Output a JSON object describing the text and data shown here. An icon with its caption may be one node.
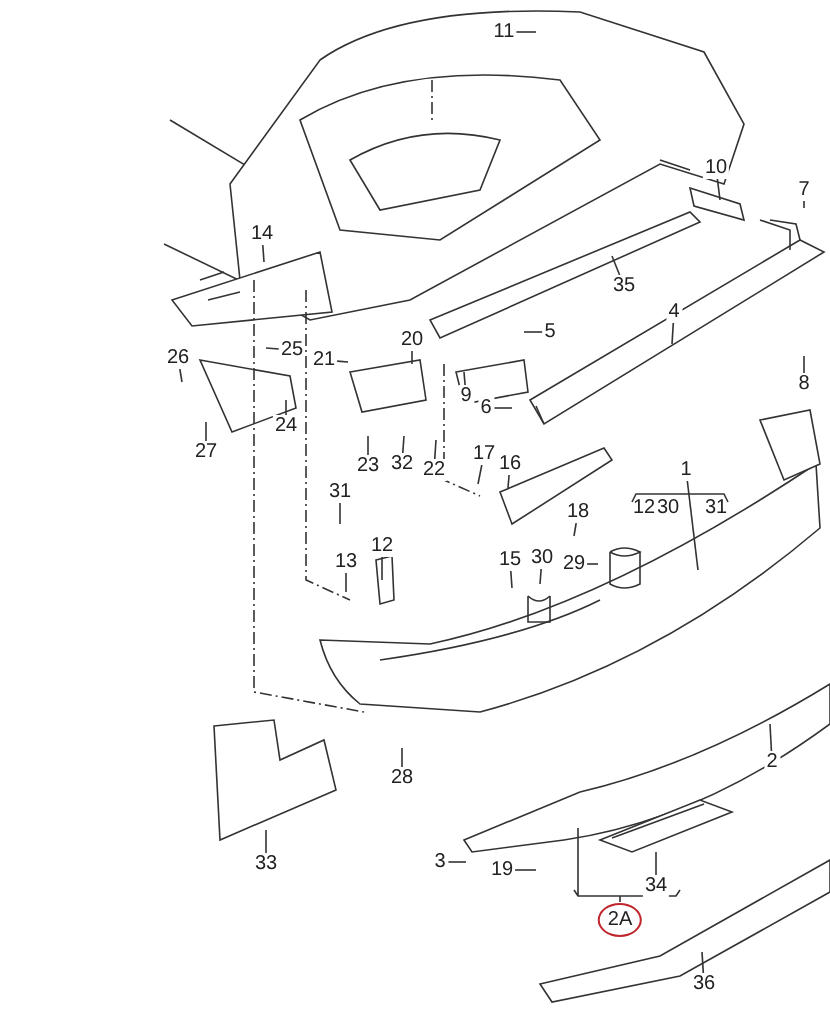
{
  "diagram": {
    "nodes": [
      {
        "text": [
          "11"
        ]
      },
      {
        "text": [
          "10"
        ]
      },
      {
        "text": [
          "7"
        ]
      },
      {
        "text": [
          "14"
        ]
      },
      {
        "text": [
          "35"
        ]
      },
      {
        "text": [
          "4"
        ]
      },
      {
        "text": [
          "5"
        ]
      },
      {
        "text": [
          "20"
        ]
      },
      {
        "text": [
          "25"
        ]
      },
      {
        "text": [
          "26"
        ]
      },
      {
        "text": [
          "21"
        ]
      },
      {
        "text": [
          "8"
        ]
      },
      {
        "text": [
          "9"
        ]
      },
      {
        "text": [
          "6"
        ]
      },
      {
        "text": [
          "24"
        ]
      },
      {
        "text": [
          "27"
        ]
      },
      {
        "text": [
          "17"
        ]
      },
      {
        "text": [
          "23"
        ]
      },
      {
        "text": [
          "32"
        ]
      },
      {
        "text": [
          "16"
        ]
      },
      {
        "text": [
          "22"
        ]
      },
      {
        "text": [
          "1"
        ]
      },
      {
        "text": [
          "18"
        ]
      },
      {
        "text": [
          "31"
        ]
      },
      {
        "text": [
          "12"
        ]
      },
      {
        "text": [
          "13"
        ]
      },
      {
        "text": [
          "15"
        ]
      },
      {
        "text": [
          "30"
        ]
      },
      {
        "text": [
          "29"
        ]
      },
      {
        "text": [
          "2"
        ]
      },
      {
        "text": [
          "28"
        ]
      },
      {
        "text": [
          "3"
        ]
      },
      {
        "text": [
          "33"
        ]
      },
      {
        "text": [
          "19"
        ]
      },
      {
        "text": [
          "34"
        ]
      },
      {
        "text": [
          "2A"
        ]
      },
      {
        "text": [
          "36"
        ]
      }
    ],
    "edges": [
      {
        "from": 0,
        "to": null,
        "arrow": "none"
      },
      {
        "from": 1,
        "to": null,
        "arrow": "none"
      },
      {
        "from": 2,
        "to": null,
        "arrow": "none"
      },
      {
        "from": 3,
        "to": null,
        "arrow": "none"
      },
      {
        "from": 4,
        "to": null,
        "arrow": "none"
      },
      {
        "from": 5,
        "to": null,
        "arrow": "none"
      },
      {
        "from": 6,
        "to": null,
        "arrow": "none"
      },
      {
        "from": 7,
        "to": null,
        "arrow": "none"
      },
      {
        "from": 8,
        "to": null,
        "arrow": "none"
      },
      {
        "from": 9,
        "to": null,
        "arrow": "none"
      },
      {
        "from": 10,
        "to": null,
        "arrow": "none"
      },
      {
        "from": 11,
        "to": null,
        "arrow": "none"
      },
      {
        "from": 12,
        "to": null,
        "arrow": "none"
      },
      {
        "from": 13,
        "to": null,
        "arrow": "none"
      },
      {
        "from": 14,
        "to": null,
        "arrow": "none"
      },
      {
        "from": 15,
        "to": null,
        "arrow": "none"
      },
      {
        "from": 16,
        "to": null,
        "arrow": "none"
      },
      {
        "from": 17,
        "to": null,
        "arrow": "none"
      },
      {
        "from": 18,
        "to": null,
        "arrow": "none"
      },
      {
        "from": 19,
        "to": null,
        "arrow": "none"
      },
      {
        "from": 20,
        "to": null,
        "arrow": "none"
      },
      {
        "from": 21,
        "to": null,
        "arrow": "none"
      },
      {
        "from": 22,
        "to": null,
        "arrow": "none"
      },
      {
        "from": 23,
        "to": null,
        "arrow": "none"
      },
      {
        "from": 24,
        "to": null,
        "arrow": "none"
      },
      {
        "from": 25,
        "to": null,
        "arrow": "none"
      },
      {
        "from": 26,
        "to": null,
        "arrow": "none"
      },
      {
        "from": 27,
        "to": null,
        "arrow": "none"
      },
      {
        "from": 28,
        "to": null,
        "arrow": "none"
      },
      {
        "from": 29,
        "to": null,
        "arrow": "none"
      },
      {
        "from": 30,
        "to": null,
        "arrow": "none"
      },
      {
        "from": 31,
        "to": null,
        "arrow": "none"
      },
      {
        "from": 32,
        "to": null,
        "arrow": "none"
      },
      {
        "from": 33,
        "to": null,
        "arrow": "none"
      },
      {
        "from": 34,
        "to": null,
        "arrow": "none"
      },
      {
        "from": 36,
        "to": null,
        "arrow": "none"
      }
    ],
    "labels": [
      "12",
      "30",
      "31"
    ]
  }
}
